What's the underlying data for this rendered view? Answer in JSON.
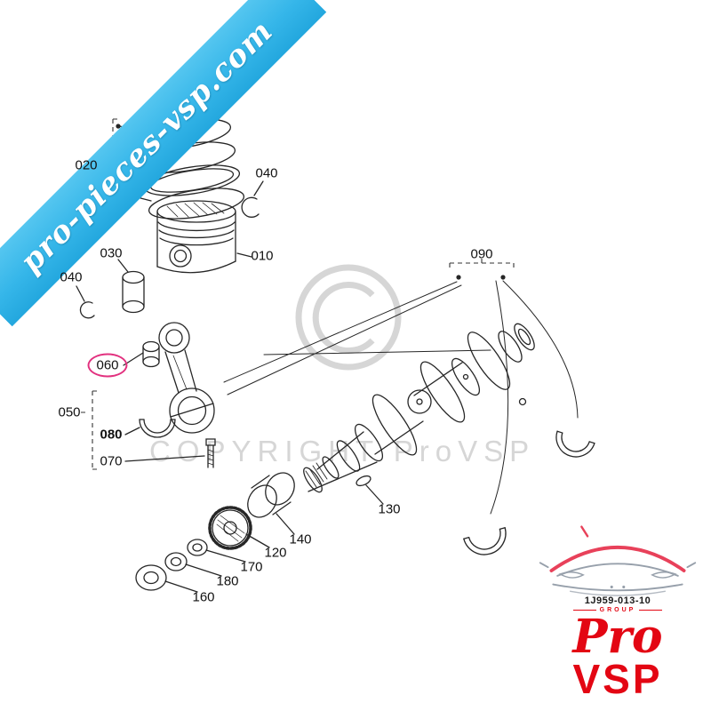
{
  "banner": {
    "text": "pro-pieces-vsp.com"
  },
  "watermark": {
    "text": "COPYRIGHT ProVSP",
    "symbol": "©"
  },
  "logo": {
    "part_number": "1J959-013-10",
    "group_label": "GROUP",
    "brand_top": "Pro",
    "brand_bottom": "VSP",
    "brand_color": "#e30613"
  },
  "diagram": {
    "description": "Exploded engine parts diagram: piston, rings, pin, connecting rod, bearings, crankshaft, gears and washers",
    "highlight_color": "#e2317f",
    "accent_blue": "#35b6e9",
    "labels": [
      {
        "id": "020",
        "text": "020"
      },
      {
        "id": "040-top",
        "text": "040"
      },
      {
        "id": "030",
        "text": "030"
      },
      {
        "id": "010",
        "text": "010"
      },
      {
        "id": "040-left",
        "text": "040"
      },
      {
        "id": "060",
        "text": "060",
        "highlighted": true
      },
      {
        "id": "050",
        "text": "050"
      },
      {
        "id": "080",
        "text": "080",
        "bold": true
      },
      {
        "id": "070",
        "text": "070"
      },
      {
        "id": "090",
        "text": "090"
      },
      {
        "id": "130",
        "text": "130"
      },
      {
        "id": "140",
        "text": "140"
      },
      {
        "id": "120",
        "text": "120"
      },
      {
        "id": "170",
        "text": "170"
      },
      {
        "id": "180",
        "text": "180"
      },
      {
        "id": "160",
        "text": "160"
      }
    ]
  }
}
